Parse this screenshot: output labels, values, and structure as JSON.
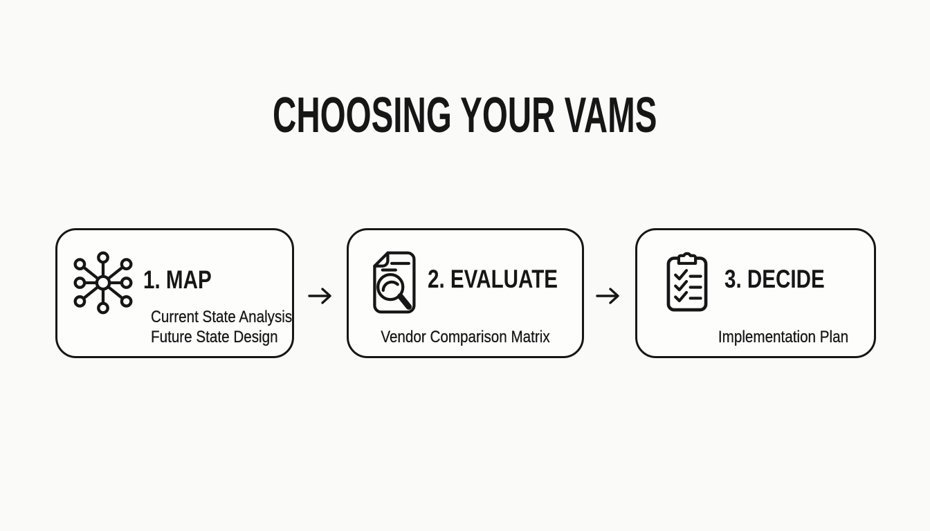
{
  "page": {
    "title": "CHOOSING YOUR VAMS",
    "background_color": "#fafaf9",
    "card_background_color": "#fdfdfc",
    "ink_color": "#161616"
  },
  "steps": [
    {
      "label": "1. MAP",
      "icon": "network-hub-icon",
      "details": [
        "Current State Analysis",
        "Future State Design"
      ]
    },
    {
      "label": "2. EVALUATE",
      "icon": "document-magnifier-icon",
      "details": [
        "Vendor Comparison Matrix"
      ]
    },
    {
      "label": "3. DECIDE",
      "icon": "clipboard-checklist-icon",
      "details": [
        "Implementation Plan"
      ]
    }
  ],
  "connectors": [
    {
      "icon": "right-arrow-icon"
    },
    {
      "icon": "right-arrow-icon"
    }
  ]
}
